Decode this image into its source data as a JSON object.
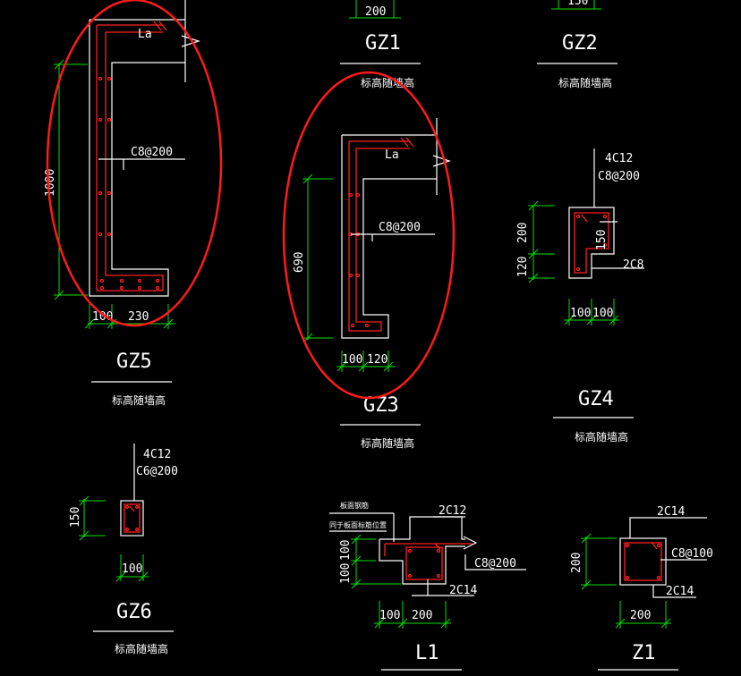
{
  "colors": {
    "background": "#000000",
    "outline": "#ffffff",
    "dimension": "#00e000",
    "rebar": "#ff2020",
    "highlight": "#ff1a1a"
  },
  "gz1": {
    "title": "GZ1",
    "dim": "200",
    "note": "标高随墙高"
  },
  "gz2": {
    "title": "GZ2",
    "dim": "150",
    "note": "标高随墙高"
  },
  "gz5": {
    "title": "GZ5",
    "la": "La",
    "stirrup": "C8@200",
    "height": "1000",
    "w1": "100",
    "w2": "230",
    "note": "标高随墙高"
  },
  "gz3": {
    "title": "GZ3",
    "la": "La",
    "stirrup": "C8@200",
    "height": "690",
    "w1": "100",
    "w2": "120",
    "note": "标高随墙高"
  },
  "gz4": {
    "title": "GZ4",
    "main": "4C12",
    "stirrup": "C8@200",
    "h1": "200",
    "h2": "120",
    "inner": "150",
    "extra": "2C8",
    "w1": "100",
    "w2": "100",
    "note": "标高随墙高"
  },
  "gz6": {
    "title": "GZ6",
    "main": "4C12",
    "stirrup": "C6@200",
    "h": "150",
    "w": "100",
    "note": "标高随墙高"
  },
  "l1": {
    "title": "L1",
    "note1": "板面钢筋",
    "note2": "同于板面标筋位置",
    "top": "2C12",
    "stirrup": "C8@200",
    "bottom": "2C14",
    "h1": "100",
    "h2": "100",
    "w1": "100",
    "w2": "200"
  },
  "z1": {
    "title": "Z1",
    "top": "2C14",
    "stirrup": "C8@100",
    "bottom": "2C14",
    "h": "200",
    "w": "200"
  }
}
